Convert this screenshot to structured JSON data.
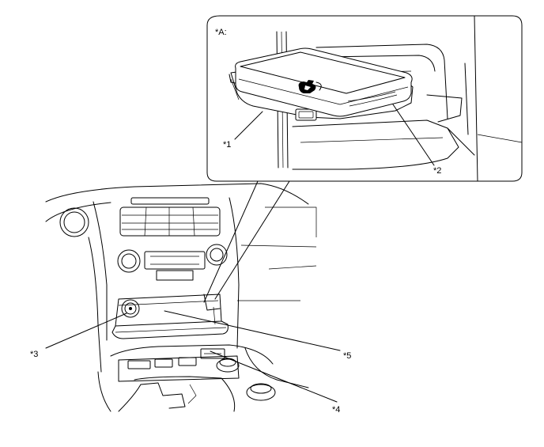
{
  "inset": {
    "label": "*A:"
  },
  "callouts": [
    {
      "id": "1",
      "label": "*1"
    },
    {
      "id": "2",
      "label": "*2"
    },
    {
      "id": "3",
      "label": "*3"
    },
    {
      "id": "4",
      "label": "*4"
    },
    {
      "id": "5",
      "label": "*5"
    }
  ]
}
